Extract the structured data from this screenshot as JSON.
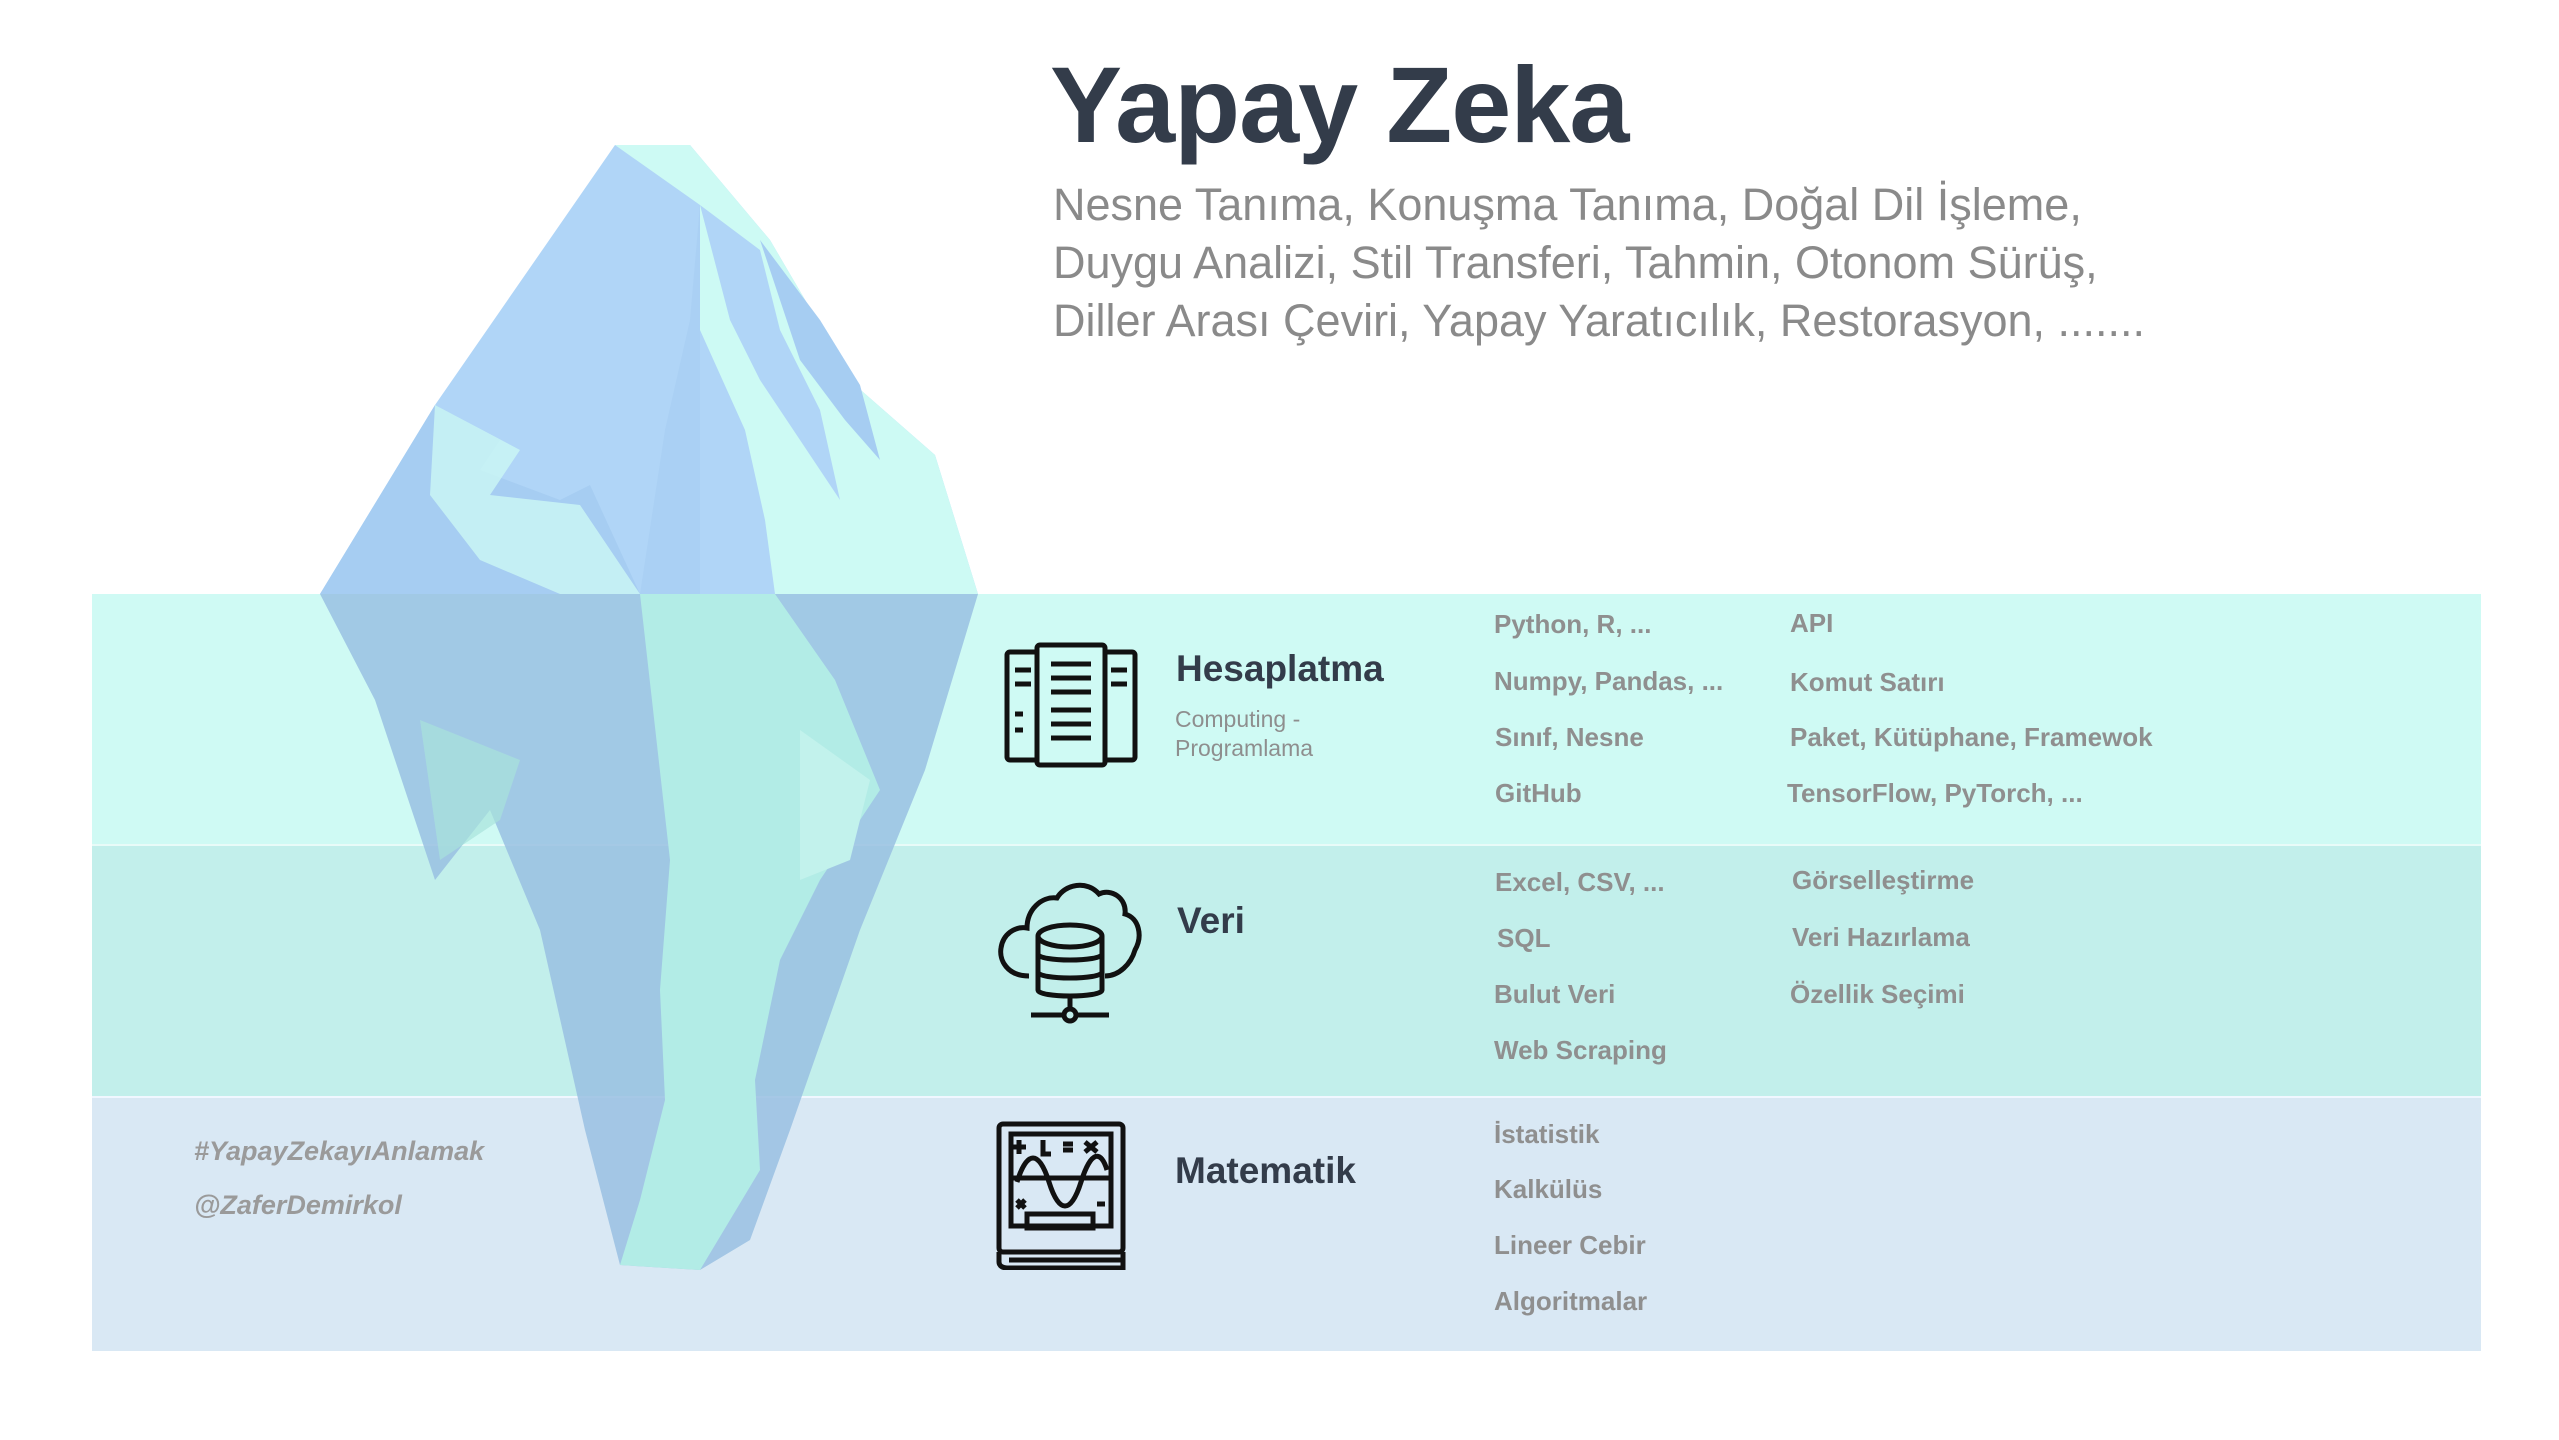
{
  "title": "Yapay Zeka",
  "subtitle_lines": [
    "Nesne Tanıma, Konuşma Tanıma, Doğal Dil İşleme,",
    "Duygu Analizi, Stil Transferi, Tahmin, Otonom Sürüş,",
    "Diller Arası Çeviri, Yapay Yaratıcılık, Restorasyon, ......."
  ],
  "colors": {
    "band_top": "#cffaf4",
    "band_middle": "#c2efeb",
    "band_bottom": "#d9e8f4",
    "ice_light": "#cdfaf4",
    "ice_blue": "#b0d5f7",
    "title": "#333c4a",
    "muted_text": "#8f8f8f"
  },
  "layers": [
    {
      "icon": "server-racks-icon",
      "title": "Hesaplatma",
      "subtitle": "Computing - Programlama",
      "col1": [
        "Python, R, ...",
        "Numpy, Pandas, ...",
        "Sınıf, Nesne",
        "GitHub"
      ],
      "col2": [
        "API",
        "Komut Satırı",
        "Paket, Kütüphane, Framewok",
        "TensorFlow, PyTorch, ..."
      ]
    },
    {
      "icon": "cloud-database-icon",
      "title": "Veri",
      "col1": [
        "Excel, CSV, ...",
        "SQL",
        "Bulut Veri",
        "Web Scraping"
      ],
      "col2": [
        "Görselleştirme",
        "Veri Hazırlama",
        "Özellik Seçimi"
      ]
    },
    {
      "icon": "math-book-icon",
      "title": "Matematik",
      "col1": [
        "İstatistik",
        "Kalkülüs",
        "Lineer Cebir",
        "Algoritmalar"
      ]
    }
  ],
  "tags": [
    "#YapayZekayıAnlamak",
    "@ZaferDemirkol"
  ]
}
